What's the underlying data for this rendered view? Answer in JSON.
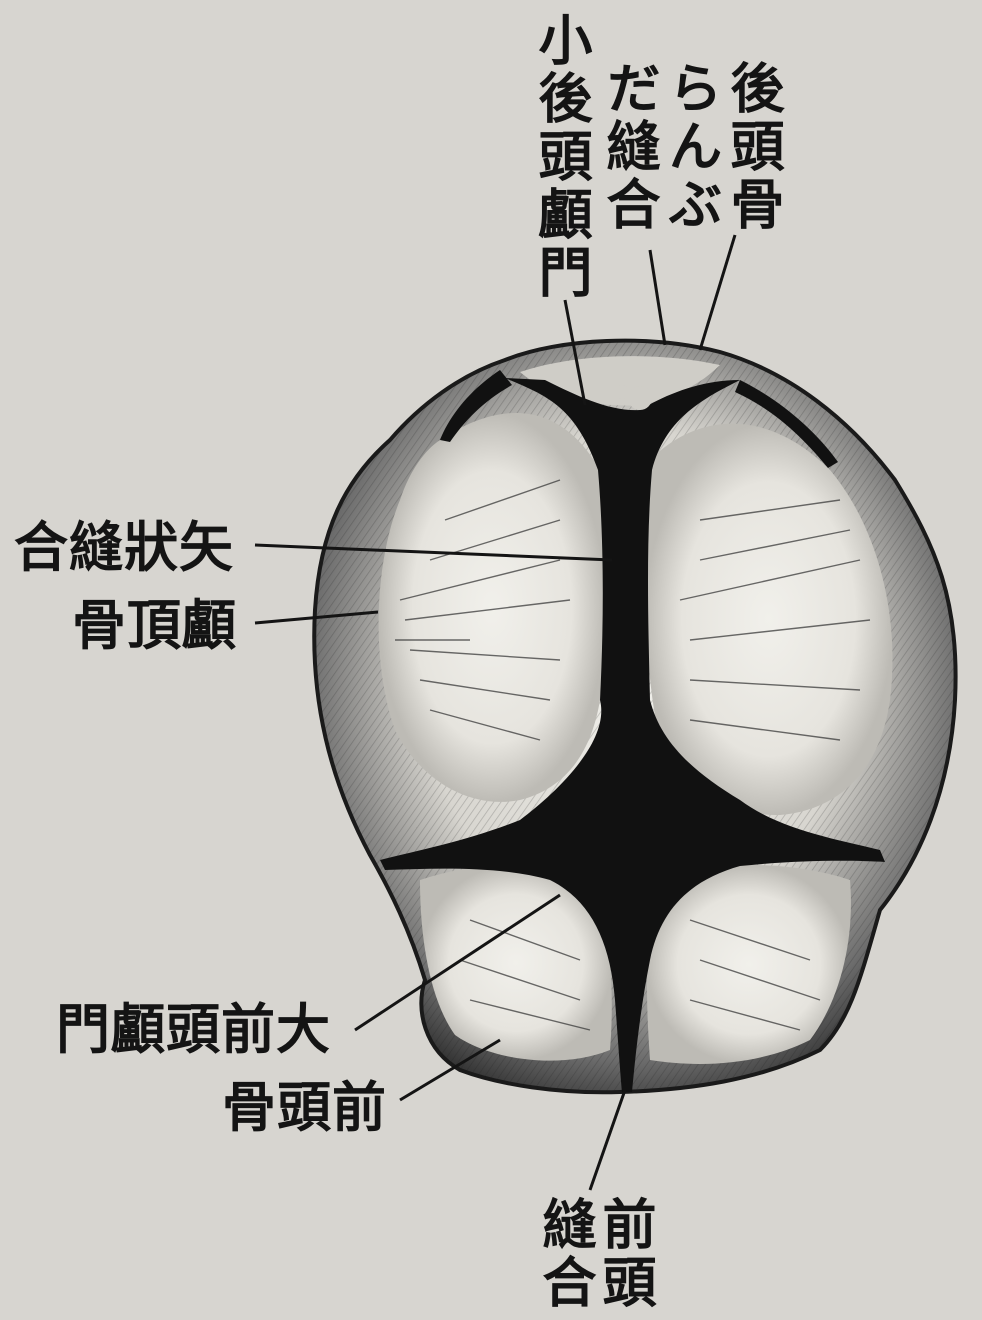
{
  "labels": {
    "lesser_fontanelle_col1": "小後頭",
    "lesser_fontanelle_col2": "顱門",
    "lambdoid_col1": "らんぶ",
    "lambdoid_col2": "だ縫合",
    "occipital_col1": "後頭骨",
    "sagittal_suture": "合縫狀矢",
    "parietal_bone": "骨頂顱",
    "greater_fontanelle": "門顱頭前大",
    "frontal_bone": "骨頭前",
    "coronal_col1": "前頭",
    "coronal_col2": "縫合"
  },
  "colors": {
    "paper": "#d7d5d0",
    "ink": "#141414",
    "bone_light": "#ecebe6",
    "bone_shadow": "#4a4a4a"
  }
}
